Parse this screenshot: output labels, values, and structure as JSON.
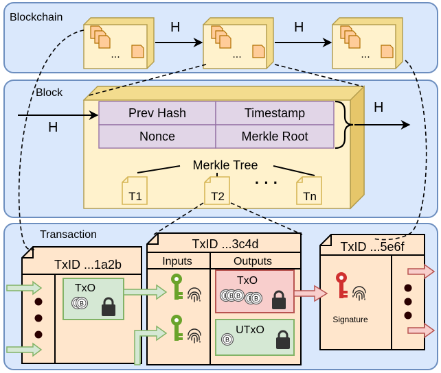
{
  "panels": {
    "blockchain": "Blockchain",
    "block": "Block",
    "transaction": "Transaction"
  },
  "chain": {
    "hash_label_1": "H",
    "hash_label_2": "H",
    "ellipsis": "..."
  },
  "block_view": {
    "input_hash": "H",
    "output_hash": "H",
    "header": {
      "prev_hash": "Prev Hash",
      "timestamp": "Timestamp",
      "nonce": "Nonce",
      "merkle_root": "Merkle Root"
    },
    "merkle_tree": "Merkle Tree",
    "leaves": [
      "T1",
      "T2",
      "Tn"
    ],
    "dots": "· · ·"
  },
  "transactions": {
    "tx1": {
      "id": "TxID ...1a2b",
      "txo": "TxO"
    },
    "tx2": {
      "id": "TxID ...3c4d",
      "inputs": "Inputs",
      "outputs": "Outputs",
      "txo": "TxO",
      "utxo": "UTxO"
    },
    "tx3": {
      "id": "TxID ...5e6f",
      "signature": "Signature"
    }
  },
  "colors": {
    "panel_fill": "#dae8fc",
    "panel_stroke": "#6c8ebf",
    "block_fill": "#fff2cc",
    "block_stroke": "#d6b656",
    "header_fill": "#e1d5e7",
    "header_stroke": "#9673a6",
    "tx_fill": "#ffe6cc",
    "tx_stroke": "#d79b00",
    "green_fill": "#d5e8d4",
    "green_stroke": "#82b366",
    "red_fill": "#f8cecc",
    "red_stroke": "#b85450",
    "key_green": "#6aa32b",
    "key_red": "#d0302f"
  },
  "icons": [
    "document-stack-icon",
    "key-icon",
    "fingerprint-icon",
    "coin-icon",
    "padlock-icon"
  ]
}
